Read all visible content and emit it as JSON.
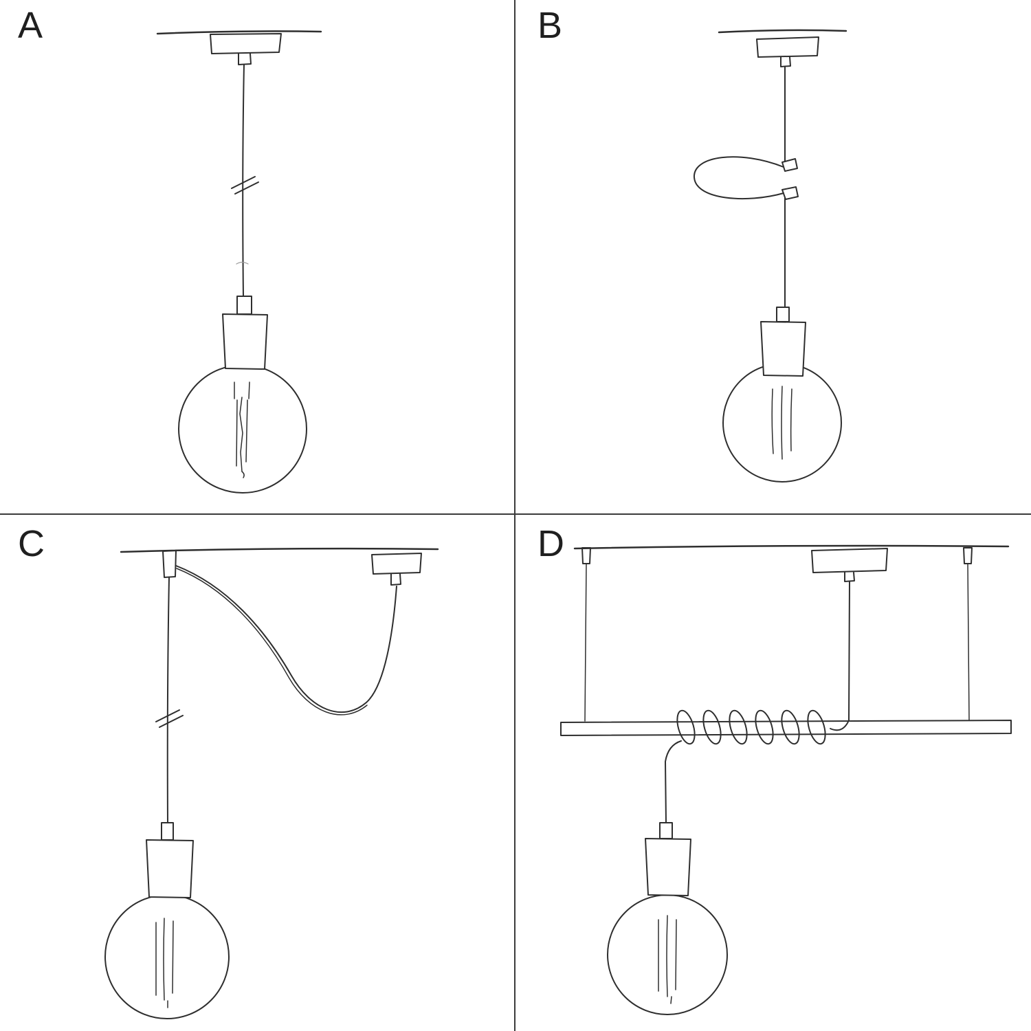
{
  "colors": {
    "background": "#ffffff",
    "ink": "#2e2e2e",
    "divider": "#3a3a3a"
  },
  "panels": [
    {
      "label": "A"
    },
    {
      "label": "B"
    },
    {
      "label": "C"
    },
    {
      "label": "D"
    }
  ]
}
